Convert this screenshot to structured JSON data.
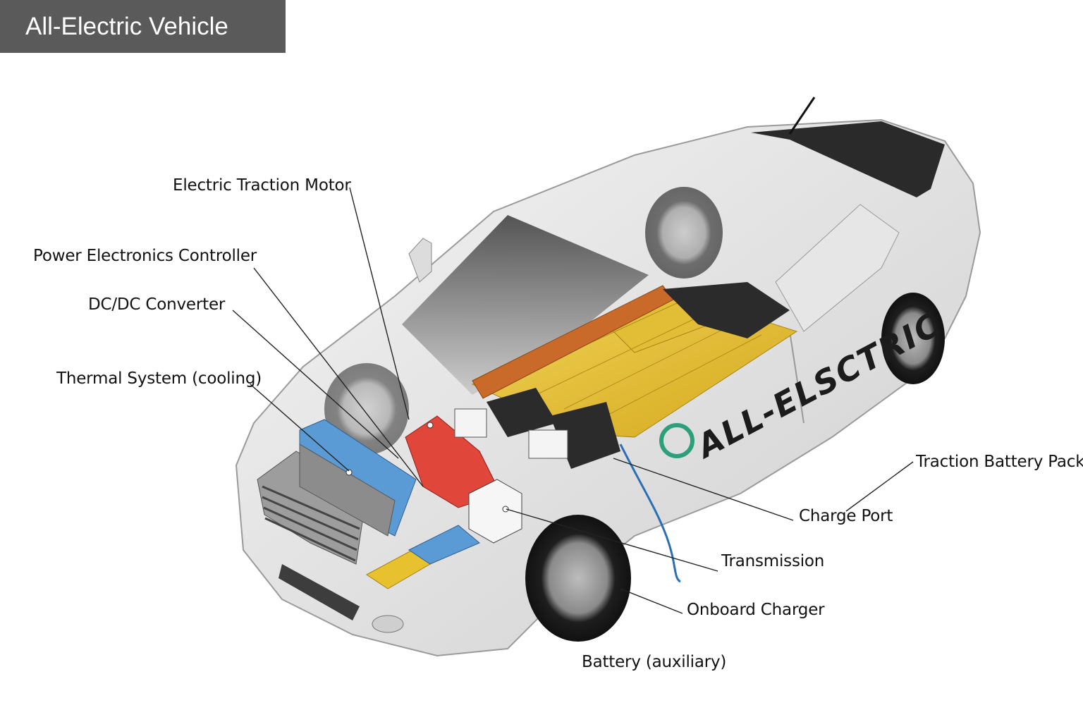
{
  "title": "All-Electric Vehicle",
  "labels": {
    "electric_traction_motor": "Electric Traction Motor",
    "power_electronics_controller": "Power Electronics Controller",
    "dcdc_converter": "DC/DC Converter",
    "thermal_system": "Thermal System (cooling)",
    "traction_battery_pack": "Traction Battery Pack",
    "charge_port": "Charge Port",
    "transmission": "Transmission",
    "onboard_charger": "Onboard Charger",
    "battery_auxiliary": "Battery (auxiliary)"
  },
  "car_decal": "ALL-ELSCTRIC",
  "colors": {
    "title_bg": "#5a5a5a",
    "battery_yellow": "#e8c12f",
    "battery_orange": "#c96a2a",
    "cooling_blue": "#5b9bd5",
    "motor_red": "#e0463a",
    "cable_blue": "#2a6fb5",
    "logo_green": "#2e9f7a"
  }
}
